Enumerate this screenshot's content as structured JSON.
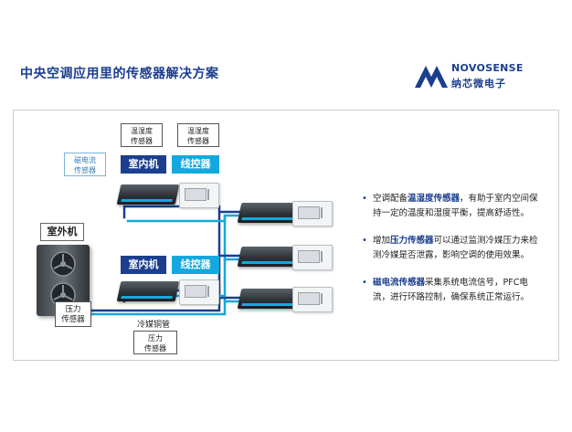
{
  "header": {
    "title": "中央空调应用里的传感器解决方案",
    "logo_en": "NOVOSENSE",
    "logo_cn": "纳芯微电子"
  },
  "diagram": {
    "temp_humidity_sensor_1": [
      "温湿度",
      "传感器"
    ],
    "temp_humidity_sensor_2": [
      "温湿度",
      "传感器"
    ],
    "current_sensor": [
      "磁电流",
      "传感器"
    ],
    "indoor_unit_label_top": "室内机",
    "controller_label_top": "线控器",
    "outdoor_unit_label": "室外机",
    "indoor_unit_label_bottom": "室内机",
    "controller_label_bottom": "线控器",
    "pressure_sensor_left": [
      "压力",
      "传感器"
    ],
    "pipe_label": "冷媒铜管",
    "pressure_sensor_bottom": [
      "压力",
      "传感器"
    ]
  },
  "bullets": [
    {
      "before": "空调配备",
      "highlight": "温湿度传感器",
      "after": "，有助于室内空间保持一定的温度和湿度平衡，提高舒适性。"
    },
    {
      "before": "增加",
      "highlight": "压力传感器",
      "after": "可以通过监测冷媒压力来检测冷媒是否泄露，影响空调的使用效果。"
    },
    {
      "before": "",
      "highlight": "磁电流传感器",
      "after": "采集系统电流信号，PFC电流，进行环路控制，确保系统正常运行。"
    }
  ],
  "colors": {
    "brand_dark": "#1b3e8f",
    "brand_cyan": "#15a8de"
  }
}
